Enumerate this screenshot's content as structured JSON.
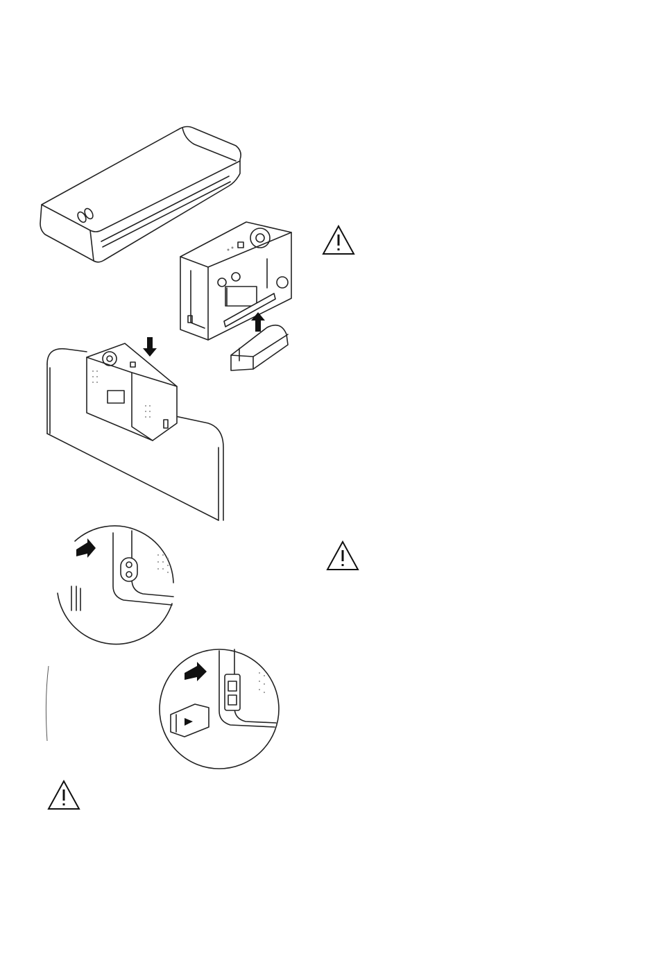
{
  "page": {
    "figures": [
      {
        "id": "mattress",
        "icon": "mattress-pad-icon"
      },
      {
        "id": "control-unit",
        "icon": "control-unit-icon"
      },
      {
        "id": "bracket",
        "icon": "mounting-bracket-icon"
      },
      {
        "id": "bed-mount",
        "icon": "control-unit-on-bed-icon"
      },
      {
        "id": "hose-connector",
        "icon": "hose-connector-detail-icon"
      },
      {
        "id": "cpr-connector",
        "icon": "cpr-connector-detail-icon"
      }
    ],
    "warnings": [
      {
        "icon": "warning-triangle-icon"
      },
      {
        "icon": "warning-triangle-icon"
      },
      {
        "icon": "warning-triangle-icon"
      }
    ]
  },
  "colors": {
    "line": "#222222",
    "background": "#ffffff"
  }
}
